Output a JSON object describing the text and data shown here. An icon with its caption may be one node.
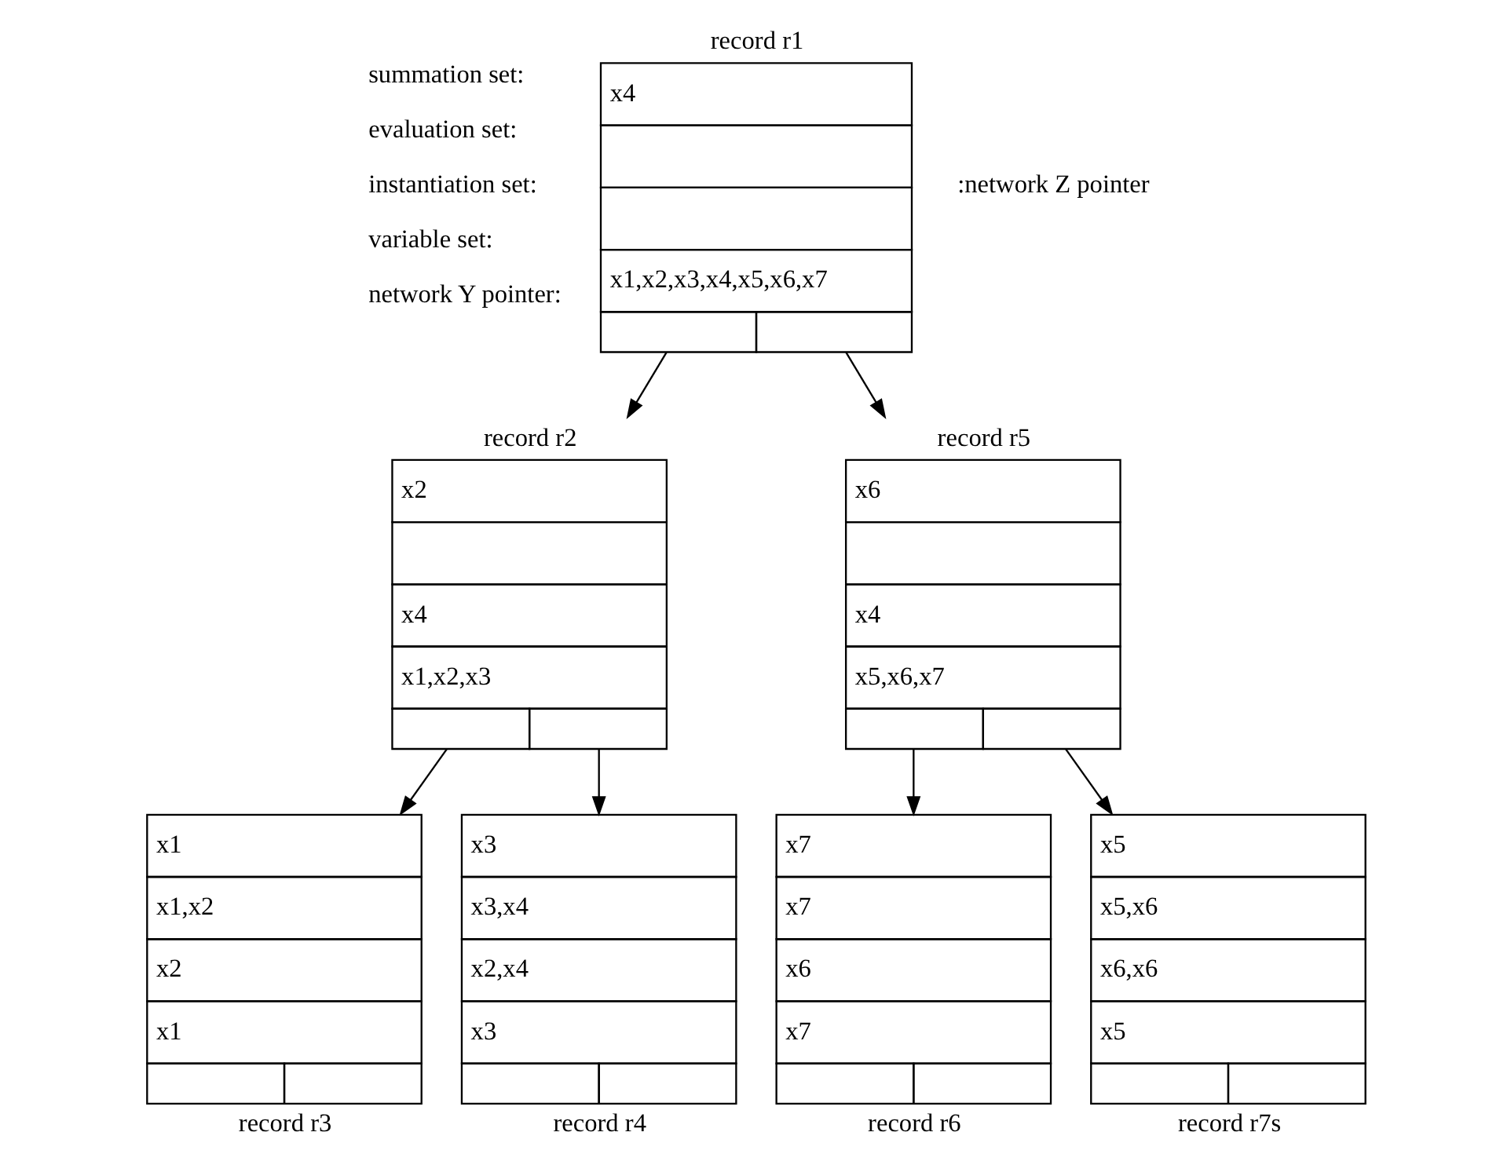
{
  "diagram": {
    "nodes": [
      {
        "text": [
          "record r1",
          "x4",
          "x1,x2,x3,x4,x5,x6,x7"
        ]
      },
      {
        "text": [
          "record r2",
          "x2",
          "x4",
          "x1,x2,x3"
        ]
      },
      {
        "text": [
          "record r5",
          "x6",
          "x4",
          "x5,x6,x7"
        ]
      },
      {
        "text": [
          "record r3",
          "x1",
          "x1,x2",
          "x2",
          "x1"
        ]
      },
      {
        "text": [
          "record r4",
          "x3",
          "x3,x4",
          "x2,x4",
          "x3"
        ]
      },
      {
        "text": [
          "record r6",
          "x7",
          "x7",
          "x6",
          "x7"
        ]
      },
      {
        "text": [
          "record r7s",
          "x5",
          "x5,x6",
          "x6,x6",
          "x5"
        ]
      }
    ],
    "edges": [
      {
        "from": 0,
        "to": 1,
        "arrow": "to"
      },
      {
        "from": 0,
        "to": 2,
        "arrow": "to"
      },
      {
        "from": 1,
        "to": 3,
        "arrow": "to"
      },
      {
        "from": 1,
        "to": 4,
        "arrow": "to"
      },
      {
        "from": 2,
        "to": 5,
        "arrow": "to"
      },
      {
        "from": 2,
        "to": 6,
        "arrow": "to"
      }
    ],
    "labels": [
      "summation set:",
      "evaluation set:",
      "instantiation set:",
      "variable set:",
      "network Y pointer:",
      ":network Z pointer"
    ]
  }
}
